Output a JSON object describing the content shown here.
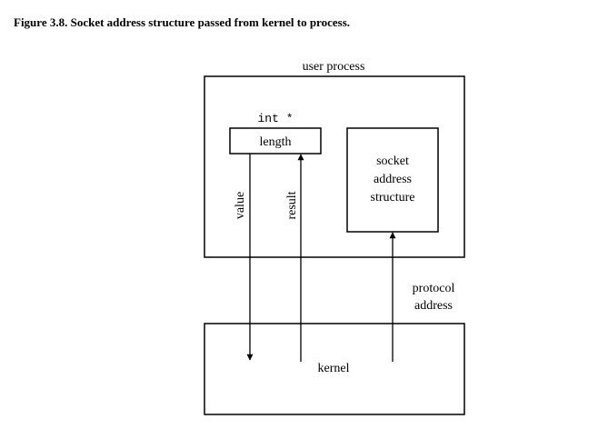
{
  "figure": {
    "title": "Figure 3.8. Socket address structure passed from kernel to process."
  },
  "diagram": {
    "user_process_label": "user process",
    "type_label": "int *",
    "length_label": "length",
    "socket_struct_lines": [
      "socket",
      "address",
      "structure"
    ],
    "value_label": "value",
    "result_label": "result",
    "protocol_address_lines": [
      "protocol",
      "address"
    ],
    "kernel_label": "kernel"
  }
}
